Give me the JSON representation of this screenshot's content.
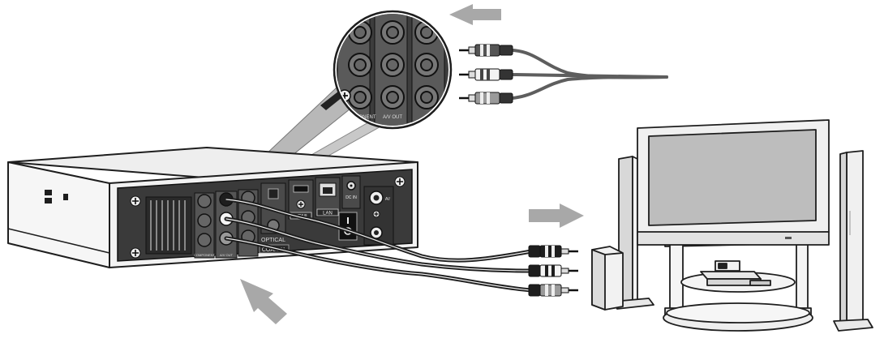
{
  "labels": {
    "hdmi": "HDMI",
    "lan": "LAN",
    "dc_in": "DC IN",
    "optical": "OPTICAL",
    "coaxial": "COAXIAL",
    "component_out": "COMPONENT",
    "av_out": "A/V OUT",
    "mini_av": "AV"
  },
  "icons": {
    "arrow": "arrow-icon",
    "plus": "plus-icon"
  },
  "colors": {
    "arrow_gray": "#a8a8a8",
    "panel_dark": "#3a3a3a",
    "cable_gray": "#6e6e6e",
    "outline": "#1e1e1e"
  }
}
